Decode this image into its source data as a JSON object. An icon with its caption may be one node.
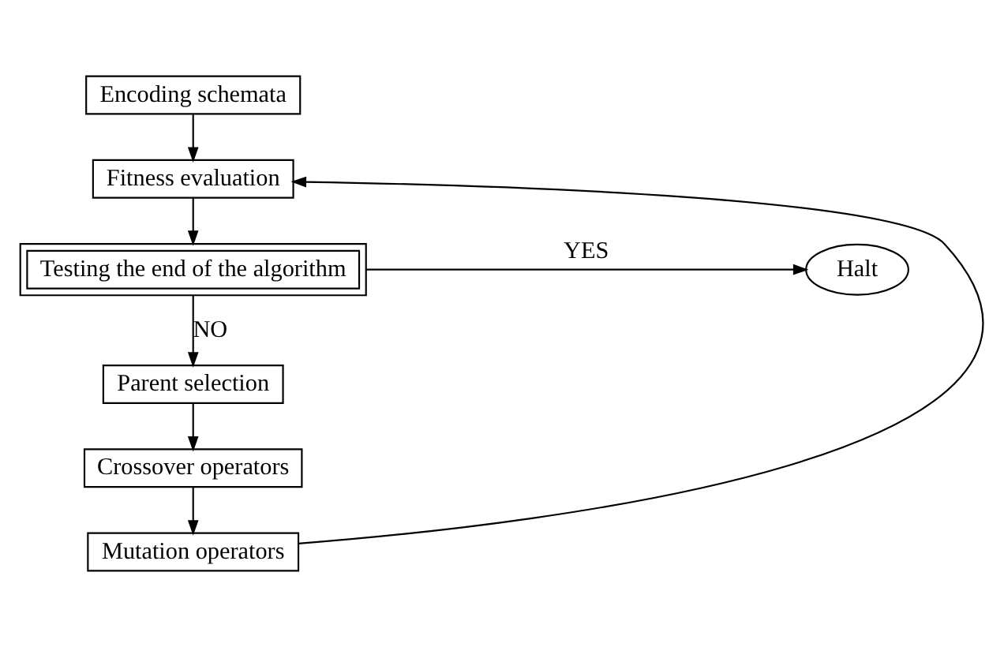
{
  "diagram": {
    "nodes": [
      {
        "text": [
          "Encoding schemata"
        ]
      },
      {
        "text": [
          "Fitness evaluation"
        ]
      },
      {
        "text": [
          "Testing the end of the algorithm"
        ]
      },
      {
        "text": [
          "Halt"
        ]
      },
      {
        "text": [
          "Parent selection"
        ]
      },
      {
        "text": [
          "Crossover operators"
        ]
      },
      {
        "text": [
          "Mutation operators"
        ]
      }
    ],
    "edges": [
      {
        "from": 0,
        "to": 1,
        "arrow": "to"
      },
      {
        "from": 1,
        "to": 2,
        "arrow": "to"
      },
      {
        "from": 2,
        "to": 3,
        "arrow": "to",
        "label": "YES"
      },
      {
        "from": 2,
        "to": 4,
        "arrow": "to",
        "label": "NO"
      },
      {
        "from": 4,
        "to": 5,
        "arrow": "to"
      },
      {
        "from": 5,
        "to": 6,
        "arrow": "to"
      },
      {
        "from": 6,
        "to": 1,
        "arrow": "to"
      }
    ]
  }
}
